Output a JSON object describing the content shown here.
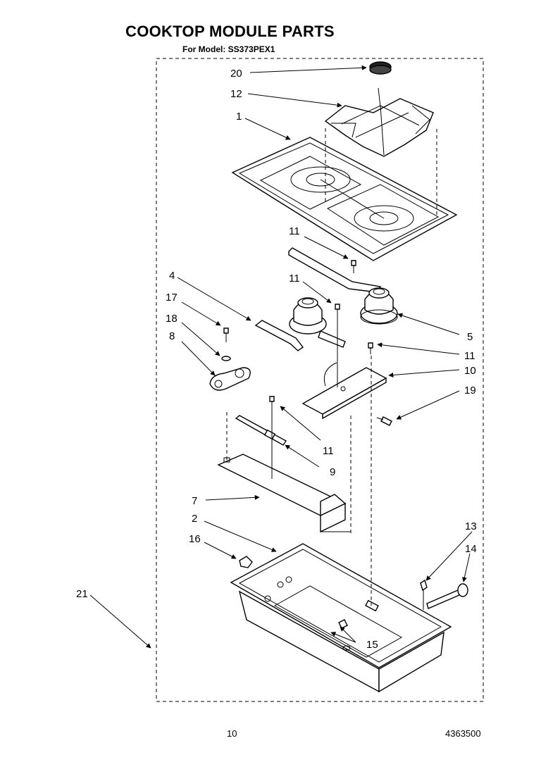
{
  "header": {
    "title": "COOKTOP MODULE PARTS",
    "model_line": "For Model: SS373PEX1"
  },
  "footer": {
    "page_number": "10",
    "document_number": "4363500"
  },
  "callouts": {
    "c20": "20",
    "c12": "12",
    "c1": "1",
    "c11a": "11",
    "c11b": "11",
    "c4": "4",
    "c17": "17",
    "c18": "18",
    "c8": "8",
    "c5": "5",
    "c11c": "11",
    "c10": "10",
    "c19": "19",
    "c11d": "11",
    "c9": "9",
    "c7": "7",
    "c2": "2",
    "c16": "16",
    "c13": "13",
    "c14": "14",
    "c21": "21",
    "c15": "15"
  }
}
